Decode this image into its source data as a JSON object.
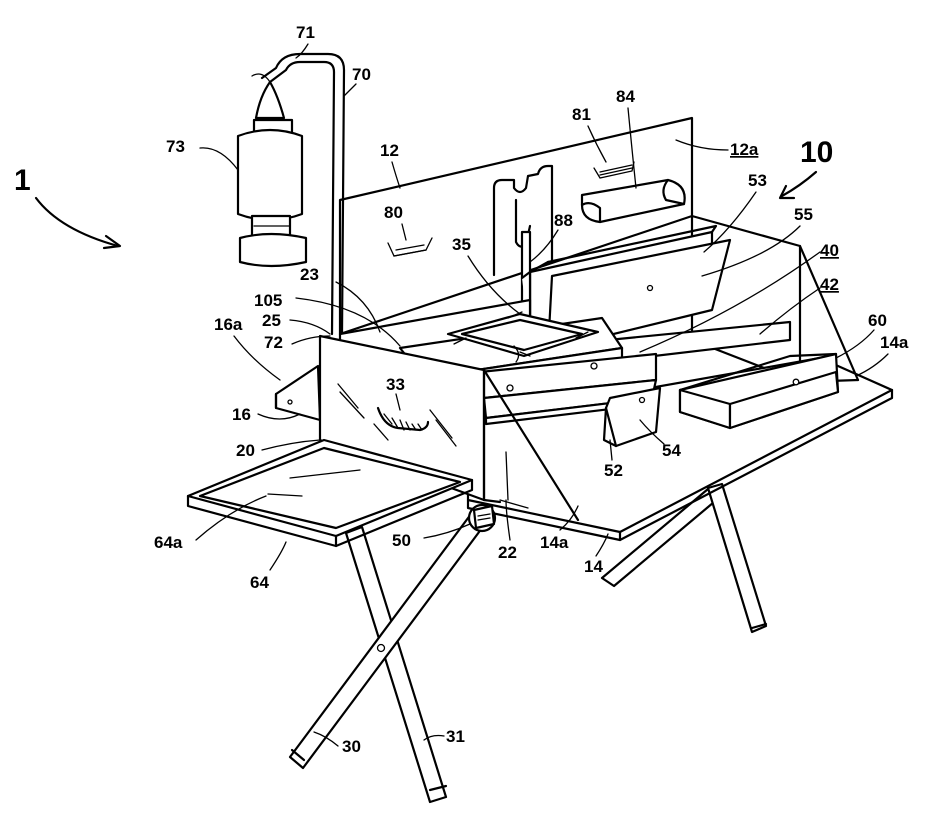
{
  "labels": {
    "l1": "1",
    "l10": "10",
    "l12": "12",
    "l12a": "12a",
    "l14": "14",
    "l14a_center": "14a",
    "l14a_right": "14a",
    "l16": "16",
    "l16a": "16a",
    "l20": "20",
    "l22": "22",
    "l23": "23",
    "l25": "25",
    "l30": "30",
    "l31": "31",
    "l33": "33",
    "l35": "35",
    "l40": "40",
    "l42": "42",
    "l50": "50",
    "l52": "52",
    "l53": "53",
    "l54": "54",
    "l55": "55",
    "l60": "60",
    "l64": "64",
    "l64a": "64a",
    "l70": "70",
    "l71": "71",
    "l72": "72",
    "l73": "73",
    "l80": "80",
    "l81": "81",
    "l84": "84",
    "l88": "88",
    "l105": "105"
  }
}
